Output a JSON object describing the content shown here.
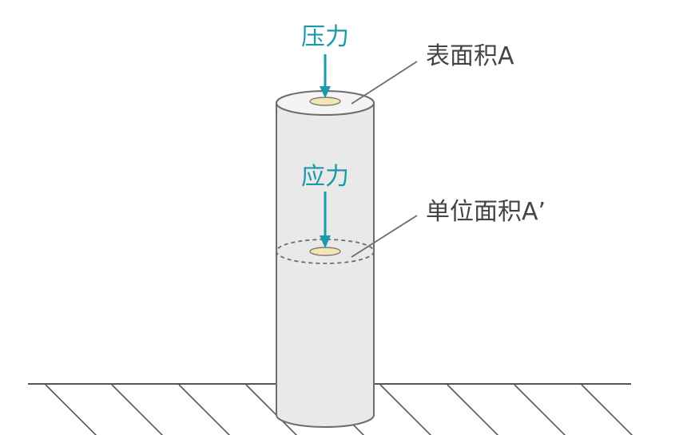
{
  "labels": {
    "pressure": "压力",
    "stress": "应力",
    "surface_area": "表面积A",
    "unit_area": "单位面积A’"
  },
  "colors": {
    "accent": "#1a9aa8",
    "cylinder_fill": "#e9e9e9",
    "cylinder_top": "#f4f4f4",
    "outline": "#6d6d6d",
    "area_patch": "#f3e6b4",
    "text": "#444444"
  },
  "icons": {
    "pressure_arrow": "down-arrow-icon",
    "stress_arrow": "down-arrow-icon"
  }
}
